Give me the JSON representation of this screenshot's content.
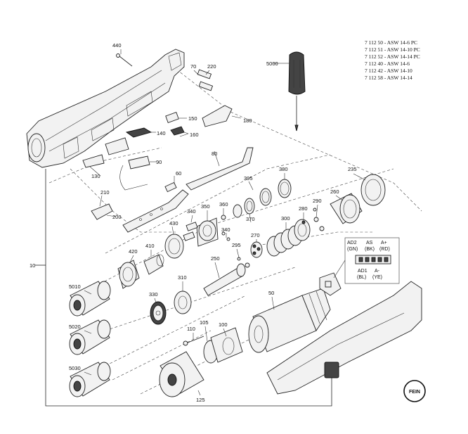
{
  "models": [
    "7 112 50 - ASW 14-6 PC",
    "7 112 51 - ASW 14-10 PC",
    "7 112 52 - ASW 14-14 PC",
    "7 112 40 - ASW 14-6",
    "7 112 42 - ASW 14-10",
    "7 112 58 - ASW 14-14"
  ],
  "callouts": {
    "p440": "440",
    "p70": "70",
    "p220": "220",
    "p5000": "5000",
    "p150": "150",
    "p180": "180",
    "p140": "140",
    "p160": "160",
    "p90": "90",
    "p80": "80",
    "p130": "130",
    "p60": "60",
    "p380": "380",
    "p235": "235",
    "p395": "395",
    "p210": "210",
    "p260": "260",
    "p200": "200",
    "p350": "350",
    "p360": "360",
    "p290": "290",
    "p280": "280",
    "p340a": "340",
    "p370": "370",
    "p300": "300",
    "p430": "430",
    "p340b": "340",
    "p270": "270",
    "p410": "410",
    "p295": "295",
    "p420": "420",
    "p10": "10",
    "p250": "250",
    "p5010": "5010",
    "p310": "310",
    "p50": "50",
    "p330": "330",
    "p5020": "5020",
    "p105": "105",
    "p110": "110",
    "p100": "100",
    "p5030": "5030",
    "p125": "125"
  },
  "legend": {
    "ad2": "AD2",
    "ad2_color": "(GN)",
    "as": "AS",
    "as_color": "(BK)",
    "aplus": "A+",
    "aplus_color": "(RD)",
    "ad1": "AD1",
    "ad1_color": "(BL)",
    "aminus": "A-",
    "aminus_color": "(YE)"
  },
  "logo": "FEIN"
}
